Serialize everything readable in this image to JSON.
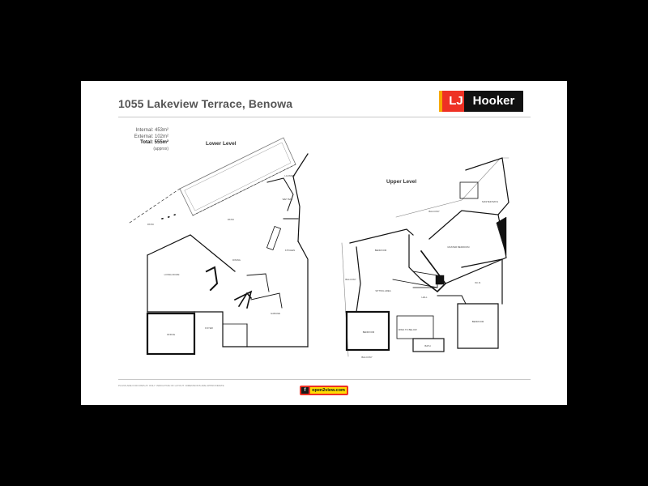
{
  "header": {
    "title": "1055 Lakeview Terrace, Benowa",
    "brand_mark": "LJ",
    "brand_name": "Hooker"
  },
  "areas": {
    "internal": "Internal: 453m²",
    "external": "External: 102m²",
    "total": "Total: 555m²",
    "approx": "(approx)"
  },
  "levels": {
    "lower": "Lower Level",
    "upper": "Upper Level"
  },
  "rooms": {
    "patio_left": "PATIO",
    "patio": "PATIO",
    "laundry": "LAUNDRY",
    "wet_bar": "WET BAR",
    "kitchen": "KITCHEN",
    "dining": "DINING",
    "living": "LIVING ROOM",
    "office": "OFFICE",
    "foyer": "FOYER",
    "garage": "GARAGE",
    "balcony_top": "BALCONY",
    "master_bath": "MASTER BATH",
    "bedroom_1": "BEDROOM",
    "master_bedroom": "MASTER BEDROOM",
    "balcony_left": "BALCONY",
    "sitting_area": "SITTING AREA",
    "hall": "HALL",
    "wir": "W.I.R.",
    "bedroom_2": "BEDROOM",
    "bedroom_3": "BEDROOM",
    "open_to_below": "OPEN TO BELOW",
    "bath": "BATH",
    "balcony_bottom": "BALCONY"
  },
  "footer": {
    "disclaimer": "PLANS ARE FOR DISPLAY ONLY. INDICATIVE OF LAYOUT. DIMENSIONS ARE APPROXIMATE",
    "badge_mark": "f",
    "badge_text": "open2view.com"
  },
  "colors": {
    "brand_red": "#ee3124",
    "brand_orange": "#f6a900",
    "brand_dark": "#111111",
    "badge_yellow": "#ffdd00",
    "wall": "#111111"
  }
}
